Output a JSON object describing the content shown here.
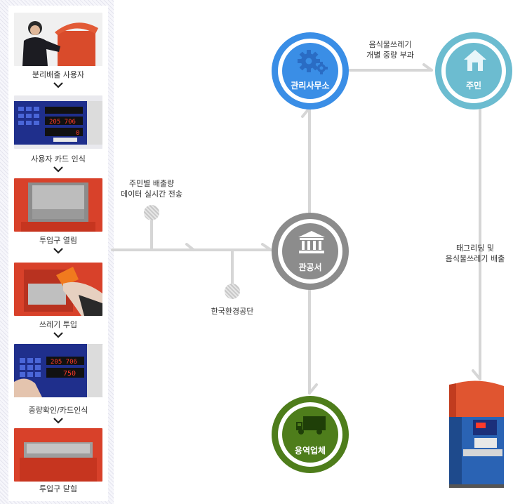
{
  "steps": [
    {
      "label": "분리배출 사용자"
    },
    {
      "label": "사용자 카드 인식"
    },
    {
      "label": "투입구 열림"
    },
    {
      "label": "쓰레기 투입"
    },
    {
      "label": "중량확인/카드인식"
    },
    {
      "label": "투입구 닫힘"
    }
  ],
  "nodes": {
    "office": "관리사무소",
    "resident": "주민",
    "government": "관공서",
    "contractor": "용역업체"
  },
  "annotations": {
    "billing": [
      "음식물쓰레기",
      "개별 중량 부과"
    ],
    "realtime": [
      "주민별 배출량",
      "데이터 실시간 전송"
    ],
    "keco": "한국환경공단",
    "tagging": [
      "태그리딩 및",
      "음식물쓰레기 배출"
    ]
  },
  "colors": {
    "office": "#3a8ee6",
    "resident": "#6cbcd0",
    "government": "#8c8c8c",
    "contractor": "#4e7d1b",
    "line": "#d6d6d6"
  }
}
